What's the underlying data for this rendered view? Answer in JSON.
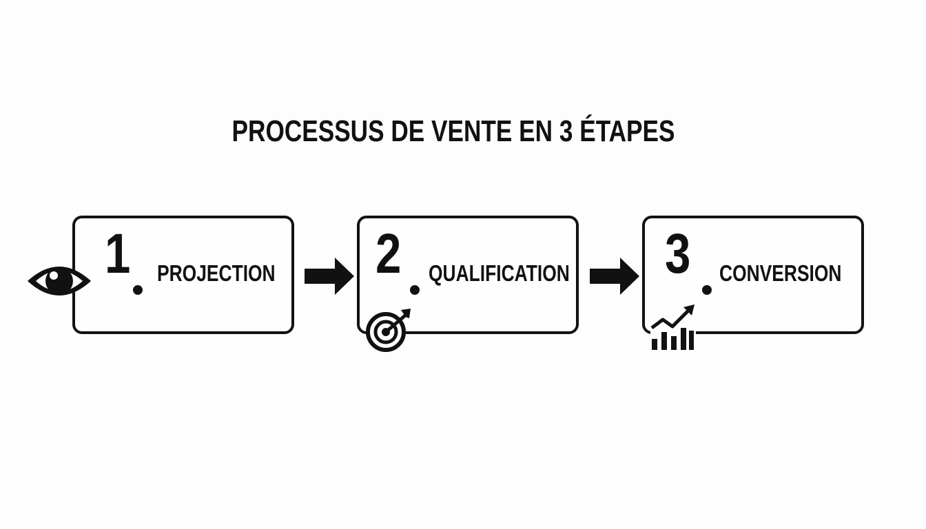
{
  "title": "PROCESSUS DE VENTE EN 3 ÉTAPES",
  "steps": [
    {
      "number": "1",
      "label": "PROJECTION",
      "icon": "eye-icon"
    },
    {
      "number": "2",
      "label": "QUALIFICATION",
      "icon": "target-icon"
    },
    {
      "number": "3",
      "label": "CONVERSION",
      "icon": "growth-chart-icon"
    }
  ],
  "colors": {
    "ink": "#111111",
    "background": "#fdfdfd"
  }
}
